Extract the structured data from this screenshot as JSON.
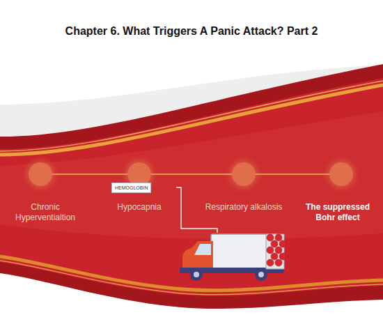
{
  "diagram": {
    "title": "Chapter 6. What Triggers A Panic Attack? Part 2",
    "nodes": [
      {
        "text": [
          "Chronic Hyperventialtion"
        ]
      },
      {
        "text": [
          "Hypocapnia"
        ]
      },
      {
        "text": [
          "Respiratory alkalosis"
        ]
      },
      {
        "text": [
          "The suppressed Bohr effect"
        ]
      }
    ],
    "edges": [
      {
        "from": 0,
        "to": 1,
        "arrow": "none"
      },
      {
        "from": 1,
        "to": 2,
        "arrow": "none"
      },
      {
        "from": 2,
        "to": 3,
        "arrow": "none"
      }
    ],
    "labels": [
      "HEMOGLOBIN"
    ]
  }
}
